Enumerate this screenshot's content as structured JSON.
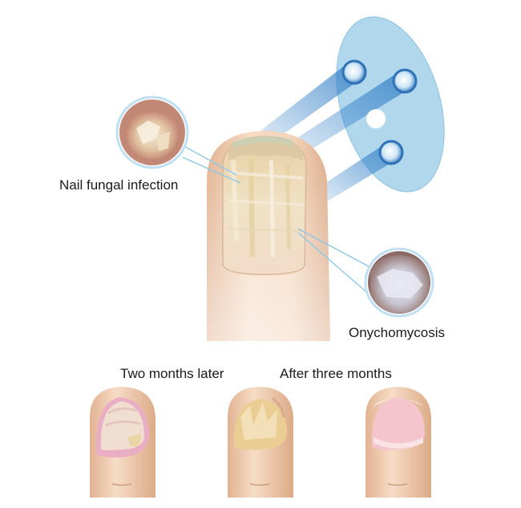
{
  "labels": {
    "infection": "Nail fungal infection",
    "onychomycosis": "Onychomycosis",
    "two_months": "Two months later",
    "three_months": "After three months"
  },
  "icons": {
    "device": "laser-device-icon",
    "main_finger": "infected-finger-icon",
    "stage_1": "finger-stage-two-months-icon",
    "stage_2": "finger-stage-transition-icon",
    "stage_3": "finger-stage-healthy-icon"
  },
  "colors": {
    "skin": "#f2d2b4",
    "skin_shadow": "#d9ab88",
    "device": "#a9d3eb",
    "beam": "#3c86c9",
    "infected_nail": "#e9d29b",
    "healthy_nail": "#f4c6cd"
  }
}
